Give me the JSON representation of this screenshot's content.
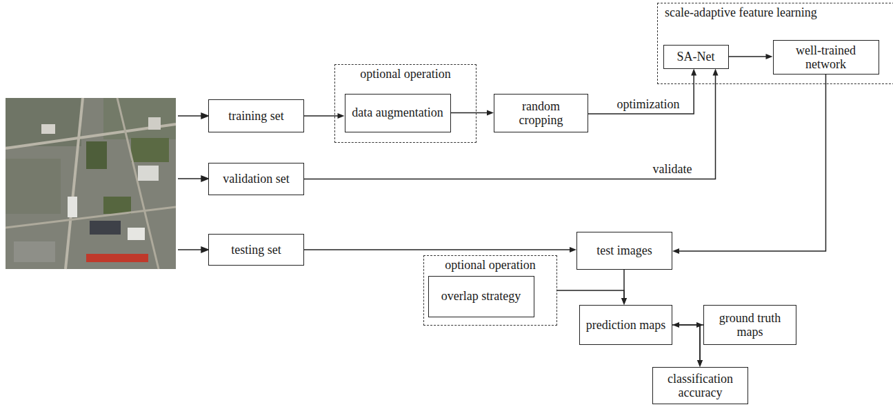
{
  "diagram": {
    "nodes": [
      {
        "text": [
          "training set"
        ]
      },
      {
        "text": [
          "validation set"
        ]
      },
      {
        "text": [
          "testing set"
        ]
      },
      {
        "text": [
          "optional operation"
        ]
      },
      {
        "text": [
          "data augmentation"
        ],
        "in": 3
      },
      {
        "text": [
          "random cropping"
        ]
      },
      {
        "text": [
          "scale-adaptive feature learning"
        ]
      },
      {
        "text": [
          "SA-Net"
        ],
        "in": 6
      },
      {
        "text": [
          "well-trained network"
        ],
        "in": 6
      },
      {
        "text": [
          "test images"
        ]
      },
      {
        "text": [
          "optional operation"
        ]
      },
      {
        "text": [
          "overlap strategy"
        ],
        "in": 10
      },
      {
        "text": [
          "prediction maps"
        ]
      },
      {
        "text": [
          "ground truth maps"
        ]
      },
      {
        "text": [
          "classification accuracy"
        ]
      }
    ],
    "edges": [
      {
        "from": 0,
        "to": 4,
        "arrow": "to"
      },
      {
        "from": 4,
        "to": 5,
        "arrow": "to"
      },
      {
        "from": 5,
        "to": 7,
        "label": "optimization",
        "arrow": "to"
      },
      {
        "from": 1,
        "to": 7,
        "label": "validate",
        "arrow": "to"
      },
      {
        "from": 7,
        "to": 8,
        "arrow": "to"
      },
      {
        "from": 8,
        "to": 9,
        "arrow": "to"
      },
      {
        "from": 2,
        "to": 9,
        "arrow": "to"
      },
      {
        "from": 9,
        "to": 12,
        "arrow": "to"
      },
      {
        "from": 10,
        "to": 12,
        "arrow": "to"
      },
      {
        "from": 12,
        "to": 13,
        "arrow": "both"
      },
      {
        "from": 12,
        "to": 14,
        "arrow": "to"
      },
      {
        "from": 13,
        "to": 14,
        "arrow": "to"
      }
    ]
  }
}
